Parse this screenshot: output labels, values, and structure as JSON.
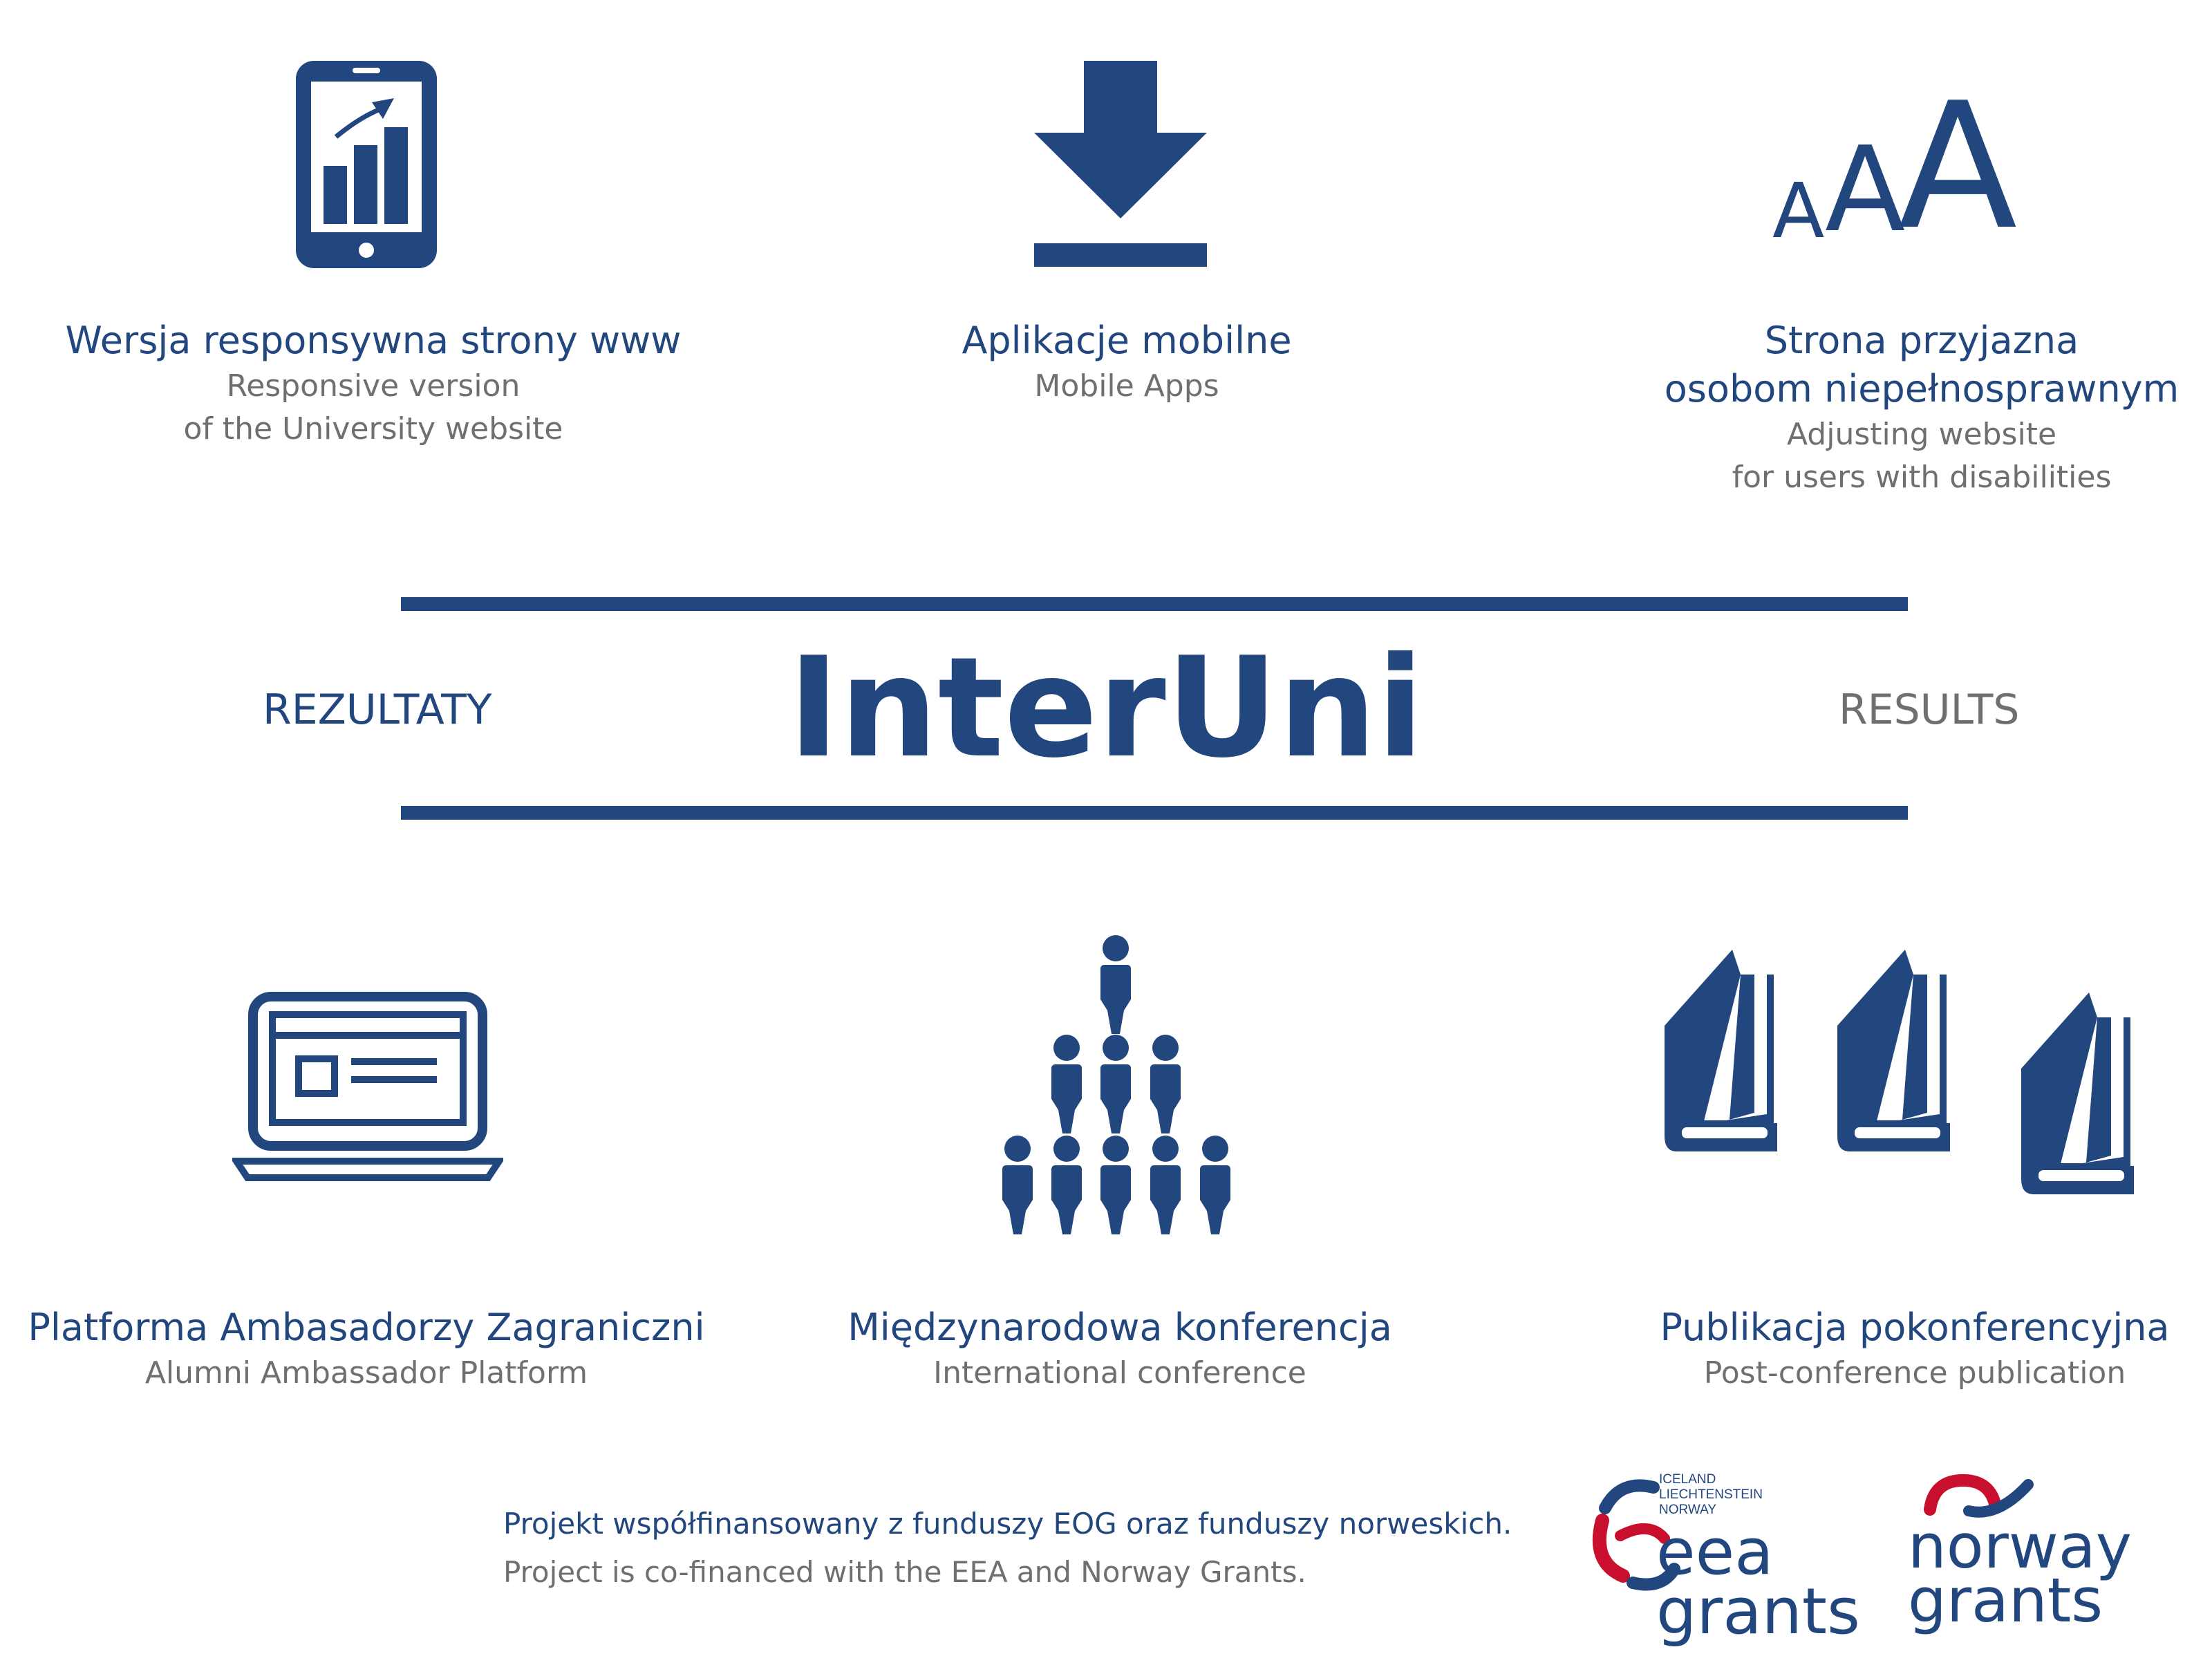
{
  "colors": {
    "primary": "#22467e",
    "secondary": "#6f6f6f",
    "logo_red": "#c8102e"
  },
  "results": [
    {
      "icon": "tablet-chart-icon",
      "title": "Wersja responsywna strony www",
      "subtitle_lines": [
        "Responsive version",
        "of the University website"
      ]
    },
    {
      "icon": "download-icon",
      "title": "Aplikacje mobilne",
      "subtitle_lines": [
        "Mobile Apps"
      ]
    },
    {
      "icon": "font-size-icon",
      "title_lines": [
        "Strona przyjazna",
        "osobom niepełnosprawnym"
      ],
      "subtitle_lines": [
        "Adjusting website",
        "for users with disabilities"
      ],
      "icon_text": "AAA"
    },
    {
      "icon": "laptop-icon",
      "title": "Platforma Ambasadorzy Zagraniczni",
      "subtitle_lines": [
        "Alumni Ambassador Platform"
      ]
    },
    {
      "icon": "people-pyramid-icon",
      "title": "Międzynarodowa konferencja",
      "subtitle_lines": [
        "International conference"
      ]
    },
    {
      "icon": "books-icon",
      "title": "Publikacja pokonferencyjna",
      "subtitle_lines": [
        "Post-conference publication"
      ]
    }
  ],
  "banner": {
    "left": "REZULTATY",
    "title": "InterUni",
    "right": "RESULTS"
  },
  "footer": {
    "pl": "Projekt współfinansowany z funduszy EOG oraz funduszy norweskich.",
    "en": "Project is co-financed with the EEA and Norway Grants."
  },
  "logos": {
    "eea": {
      "countries": [
        "ICELAND",
        "LIECHTENSTEIN",
        "NORWAY"
      ],
      "word1": "eea",
      "word2": "grants"
    },
    "norway": {
      "word1": "norway",
      "word2": "grants"
    }
  }
}
